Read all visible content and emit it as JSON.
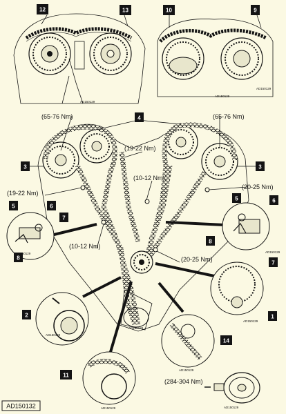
{
  "colors": {
    "background": "#fbf9e3",
    "ink": "#141414",
    "badge_text": "#ffffff"
  },
  "callouts": [
    {
      "id": "c12",
      "number": "12"
    },
    {
      "id": "c13",
      "number": "13"
    },
    {
      "id": "c10",
      "number": "10"
    },
    {
      "id": "c9",
      "number": "9"
    },
    {
      "id": "c4",
      "number": "4"
    },
    {
      "id": "c3l",
      "number": "3"
    },
    {
      "id": "c3r",
      "number": "3"
    },
    {
      "id": "c5l",
      "number": "5"
    },
    {
      "id": "c6l",
      "number": "6"
    },
    {
      "id": "c7l",
      "number": "7"
    },
    {
      "id": "c8l",
      "number": "8"
    },
    {
      "id": "c5r",
      "number": "5"
    },
    {
      "id": "c6r",
      "number": "6"
    },
    {
      "id": "c8r",
      "number": "8"
    },
    {
      "id": "c7r",
      "number": "7"
    },
    {
      "id": "c2",
      "number": "2"
    },
    {
      "id": "c1",
      "number": "1"
    },
    {
      "id": "c14",
      "number": "14"
    },
    {
      "id": "c11",
      "number": "11"
    }
  ],
  "torques": [
    {
      "id": "t_65_left",
      "text": "(65-76 Nm)"
    },
    {
      "id": "t_65_right",
      "text": "(65-76 Nm)"
    },
    {
      "id": "t_19_center",
      "text": "(19-22 Nm)"
    },
    {
      "id": "t_10_center",
      "text": "(10-12 Nm)"
    },
    {
      "id": "t_19_left",
      "text": "(19-22 Nm)"
    },
    {
      "id": "t_20_right",
      "text": "(20-25 Nm)"
    },
    {
      "id": "t_10_left",
      "text": "(10-12 Nm)"
    },
    {
      "id": "t_20_center",
      "text": "(20-25 Nm)"
    },
    {
      "id": "t_284",
      "text": "(284-304 Nm)"
    }
  ],
  "small_refs": [
    {
      "id": "r1",
      "text": "AD150129"
    },
    {
      "id": "r2",
      "text": "AD150129"
    },
    {
      "id": "r3",
      "text": "AD150129"
    },
    {
      "id": "r4",
      "text": "AD150129"
    },
    {
      "id": "r5",
      "text": "AD150129"
    },
    {
      "id": "r6",
      "text": "AD150129"
    },
    {
      "id": "r7",
      "text": "AD150129"
    },
    {
      "id": "r8",
      "text": "AD150129"
    },
    {
      "id": "r9",
      "text": "AD150129"
    },
    {
      "id": "r10",
      "text": "AD150129"
    },
    {
      "id": "r11",
      "text": "AD150129"
    }
  ],
  "figure_ref": "AD150132"
}
